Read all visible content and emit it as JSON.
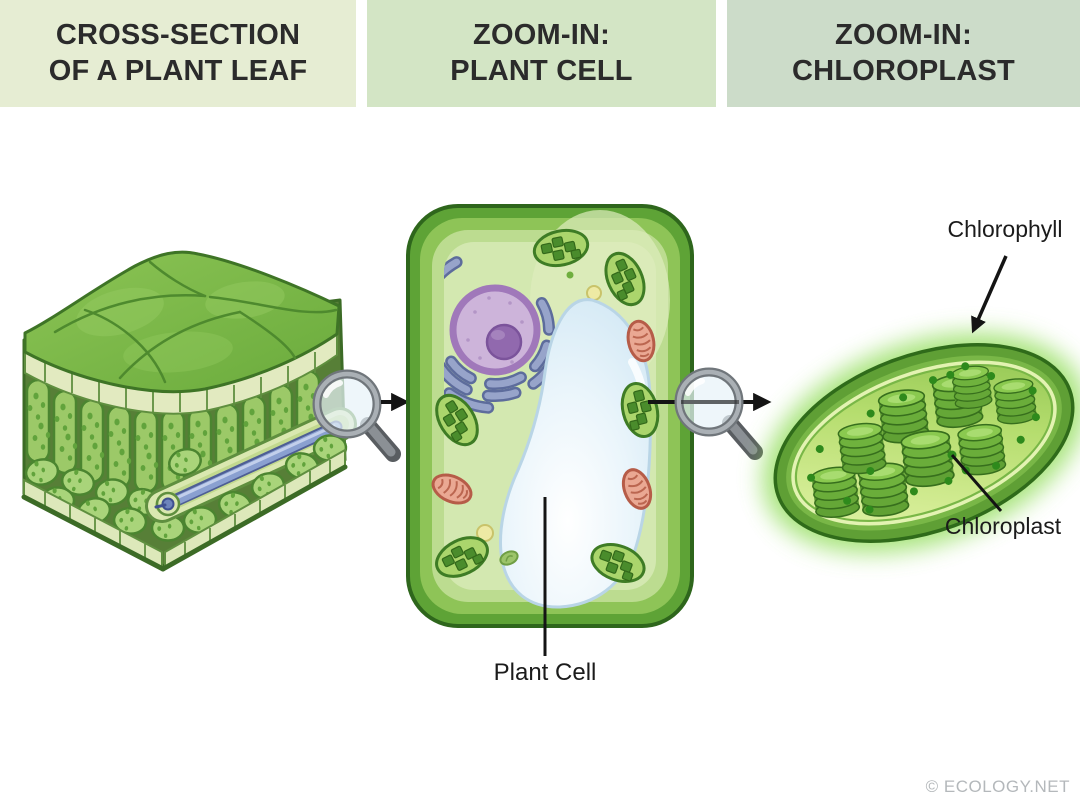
{
  "page": {
    "background": "#ffffff",
    "watermark": "© ECOLOGY.NET"
  },
  "headers": [
    {
      "label": "CROSS-SECTION\nOF A PLANT LEAF",
      "background": "#e6edd3"
    },
    {
      "label": "ZOOM-IN:\nPLANT CELL",
      "background": "#d3e5c5"
    },
    {
      "label": "ZOOM-IN:\nCHLOROPLAST",
      "background": "#ccdcc9"
    }
  ],
  "annotations": {
    "chlorophyll": "Chlorophyll",
    "chloroplast": "Chloroplast",
    "plant_cell": "Plant Cell"
  },
  "colors": {
    "leaf_green": "#76b544",
    "cell_wall_green": "#5ea336",
    "cytoplasm_green": "#d3e8b0",
    "vacuole_blue": "#e9f4fb",
    "nucleus_purple": "#cdb4da",
    "nucleolus_purple": "#9169ae",
    "er_blue_gray": "#97a4ca",
    "mitochondrion_salmon": "#eaa893",
    "chloroplast_glow_green": "#90dd58",
    "grana_green": "#60a134",
    "vein_blue": "#8aa0d0",
    "arrow_black": "#141414",
    "watermark_gray": "#b4b8bb"
  }
}
